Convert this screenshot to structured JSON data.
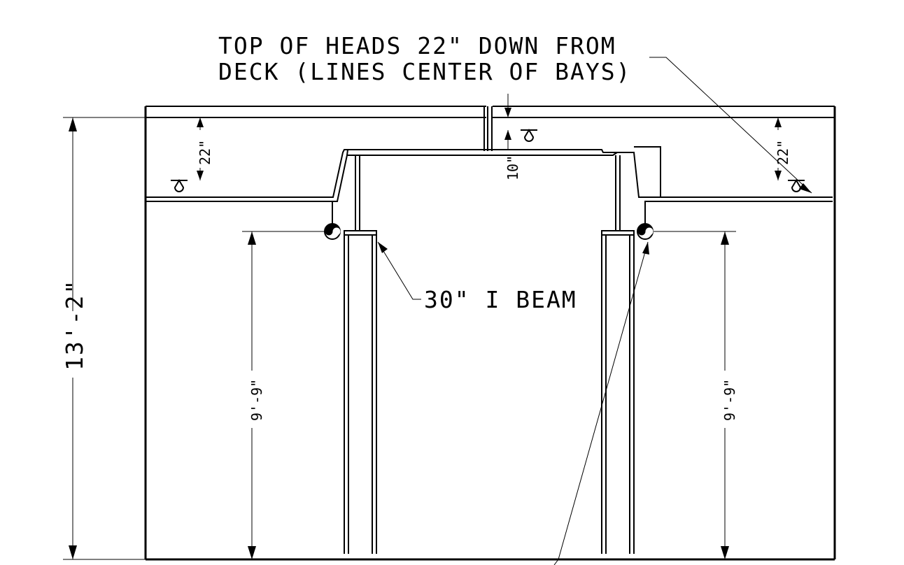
{
  "note": {
    "line1": "TOP OF HEADS 22\" DOWN FROM",
    "line2": "DECK (LINES CENTER OF BAYS)"
  },
  "beam_label": "30\" I BEAM",
  "dimensions": {
    "overall_height": "13'-2\"",
    "left_head_drop": "22\"",
    "right_head_drop": "22\"",
    "center_head_drop": "10\"",
    "left_clear_height": "9'-9\"",
    "right_clear_height": "9'-9\""
  },
  "icons": {
    "sprinkler_head": "sprinkler-head-icon",
    "branch_pipe": "pipe-section-icon"
  }
}
